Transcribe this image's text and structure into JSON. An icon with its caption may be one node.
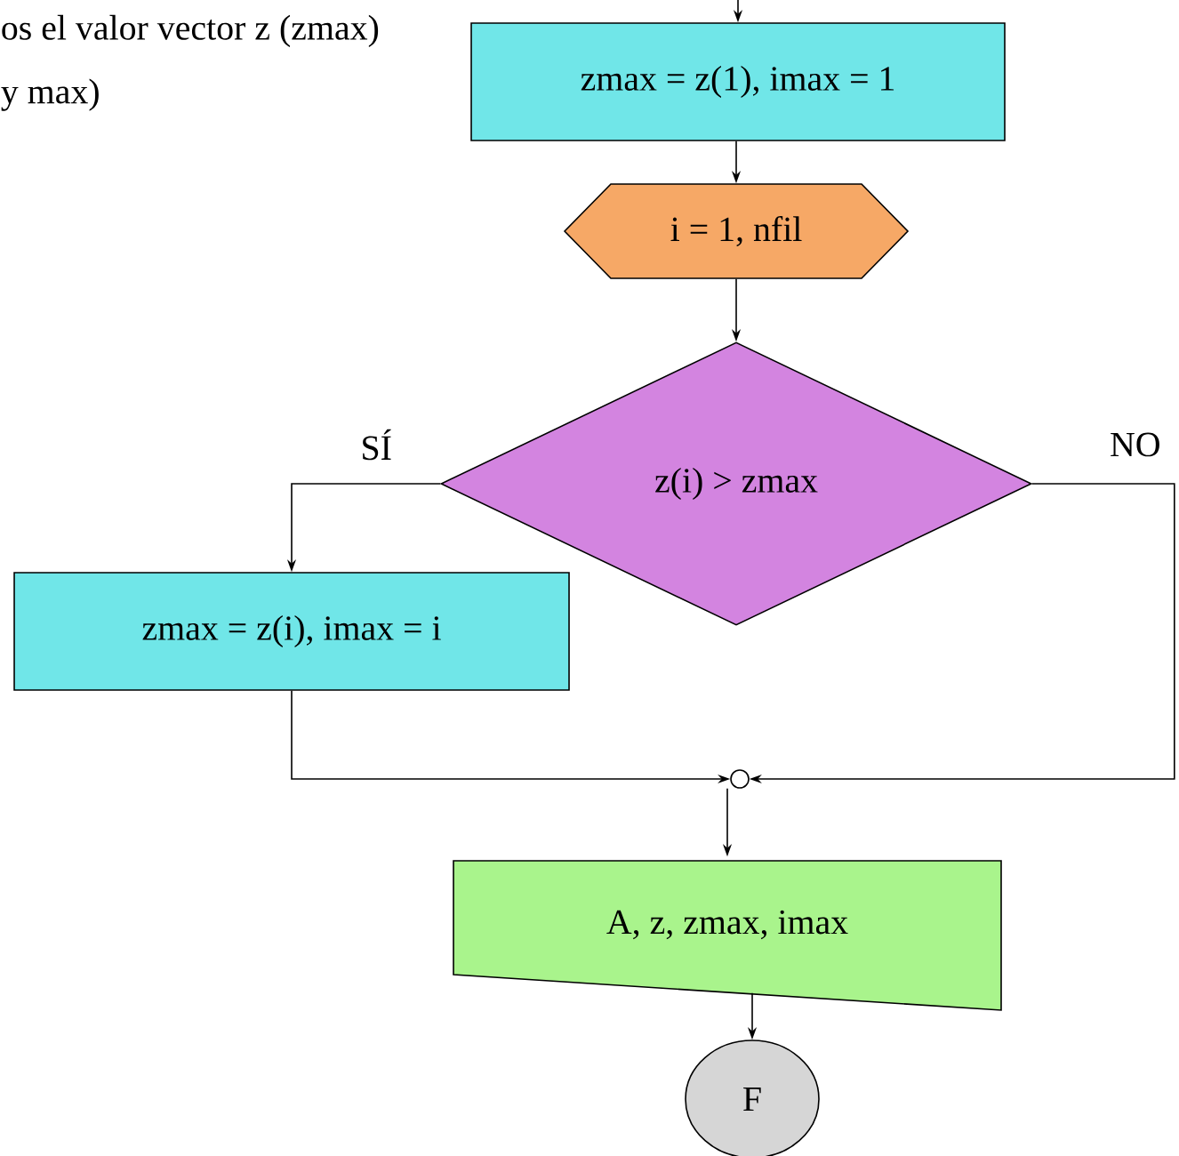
{
  "diagram": {
    "nodes": [
      {
        "text": [
          "zmax = z(1), imax = 1"
        ]
      },
      {
        "text": [
          "i = 1, nfil"
        ]
      },
      {
        "text": [
          "z(i) > zmax"
        ]
      },
      {
        "text": [
          "zmax = z(i), imax = i"
        ]
      },
      {
        "text": [],
        "shape": "circle"
      },
      {
        "text": [
          "A, z, zmax, imax"
        ]
      },
      {
        "text": [
          "F"
        ]
      }
    ],
    "edges": [
      {
        "from": null,
        "to": 0,
        "arrow": "to"
      },
      {
        "from": 0,
        "to": 1,
        "arrow": "to"
      },
      {
        "from": 1,
        "to": 2,
        "arrow": "to"
      },
      {
        "from": 2,
        "to": 3,
        "arrow": "to",
        "label": "SÍ"
      },
      {
        "from": 2,
        "to": 4,
        "arrow": "to",
        "label": "NO"
      },
      {
        "from": 3,
        "to": 4,
        "arrow": "to"
      },
      {
        "from": 4,
        "to": 5,
        "arrow": "to"
      },
      {
        "from": 5,
        "to": 6,
        "arrow": "to"
      }
    ],
    "labels": [
      "os el valor vector z (zmax) y max)"
    ]
  }
}
